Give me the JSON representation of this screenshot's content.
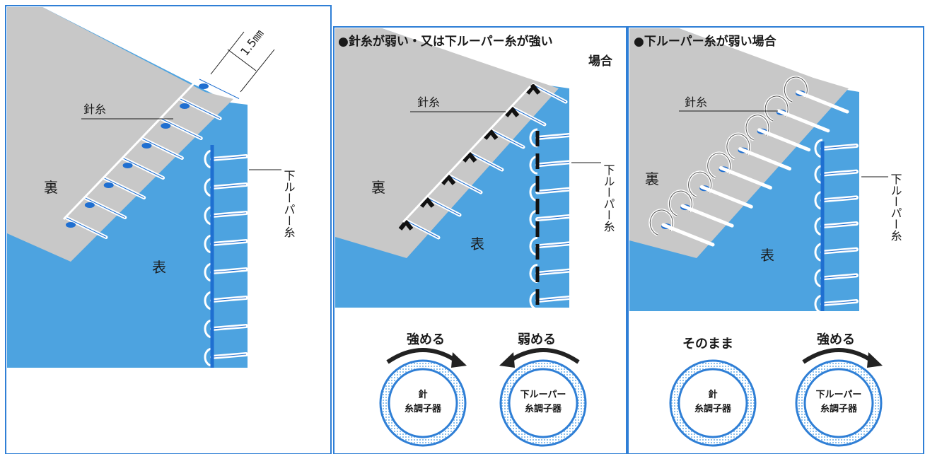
{
  "colors": {
    "blue": "#4da3e0",
    "deep_blue": "#1f6fd1",
    "gray": "#c8c8c8",
    "frame": "#2f7fd6"
  },
  "panel1": {
    "needle_thread": "針糸",
    "back": "裏",
    "front": "表",
    "lower_looper": "下ルーパー糸",
    "width": "1.5㎜"
  },
  "panel2": {
    "title_line1": "●針糸が弱い・又は下ルーパー糸が強い",
    "title_line2": "場合",
    "needle_thread": "針糸",
    "back": "裏",
    "front": "表",
    "lower_looper": "下ルーパー糸",
    "knob1": {
      "action": "強める",
      "line1": "針",
      "line2": "糸調子器"
    },
    "knob2": {
      "action": "弱める",
      "line1": "下ルーパー",
      "line2": "糸調子器"
    }
  },
  "panel3": {
    "title": "●下ルーパー糸が弱い場合",
    "needle_thread": "針糸",
    "back": "裏",
    "front": "表",
    "lower_looper": "下ルーパー糸",
    "knob1": {
      "action": "そのまま",
      "line1": "針",
      "line2": "糸調子器"
    },
    "knob2": {
      "action": "強める",
      "line1": "下ルーパー",
      "line2": "糸調子器"
    }
  }
}
